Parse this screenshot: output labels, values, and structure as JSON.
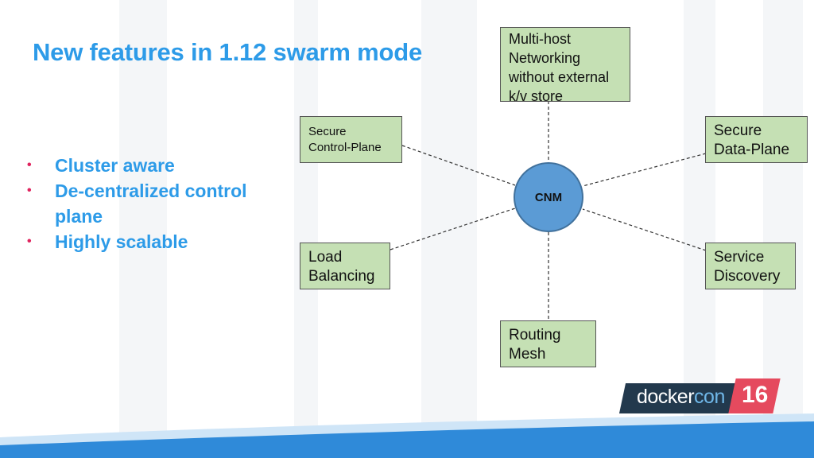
{
  "slide": {
    "title": "New features in 1.12 swarm mode",
    "bullets": [
      "Cluster aware",
      "De-centralized control plane",
      "Highly scalable"
    ]
  },
  "diagram": {
    "center": "CNM",
    "nodes": {
      "networking": "Multi-host\nNetworking\nwithout external\nk/v store",
      "control_plane": "Secure\nControl-Plane",
      "data_plane": "Secure\nData-Plane",
      "load_balancing": "Load\nBalancing",
      "service_discovery": "Service\nDiscovery",
      "routing_mesh": "Routing\nMesh"
    }
  },
  "logo": {
    "word_docker": "docker",
    "word_con": "con",
    "number": "16"
  },
  "colors": {
    "title_blue": "#2d9be8",
    "bullet_red": "#e0245e",
    "box_green": "#c5e0b4",
    "cnm_blue": "#5b9bd5",
    "wave_blue": "#2f8ad9",
    "logo_dark": "#22394d",
    "logo_pink": "#e54a5e"
  }
}
